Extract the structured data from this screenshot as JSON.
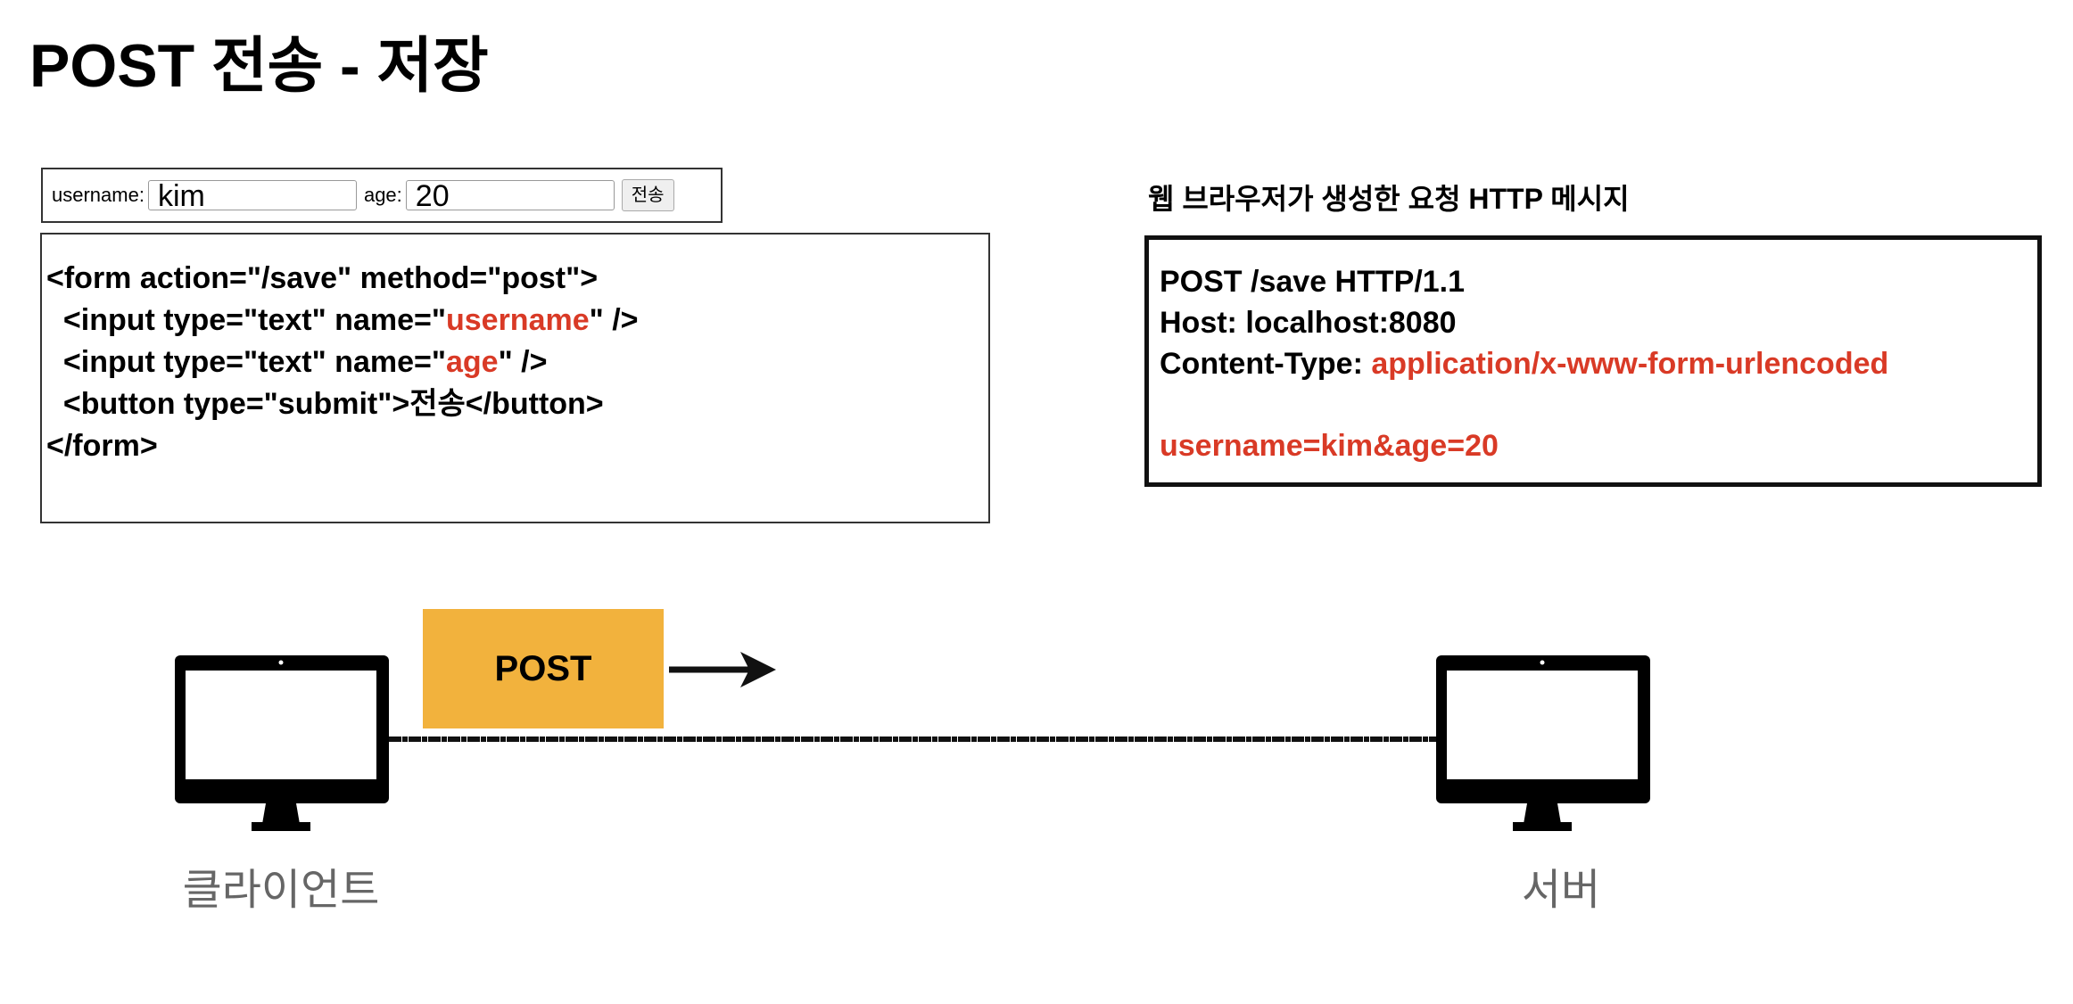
{
  "title": "POST 전송 - 저장",
  "form_demo": {
    "username_label": "username:",
    "username_value": "kim",
    "age_label": "age:",
    "age_value": "20",
    "submit_label": "전송"
  },
  "code": {
    "l1_pre": "<form action=\"/save\" method=\"",
    "l1_bold": "post",
    "l1_post": "\">",
    "l2_pre": "  <input type=\"text\" name=\"",
    "l2_red": "username",
    "l2_post": "\" />",
    "l3_pre": "  <input type=\"text\" name=\"",
    "l3_red": "age",
    "l3_post": "\" />",
    "l4": "  <button type=\"submit\">전송</button>",
    "l5": "</form>"
  },
  "http": {
    "title": "웹 브라우저가 생성한 요청 HTTP 메시지",
    "request_line": "POST /save HTTP/1.1",
    "host": "Host: localhost:8080",
    "content_type_label": "Content-Type: ",
    "content_type_value": "application/x-www-form-urlencoded",
    "body": "username=kim&age=20"
  },
  "diagram": {
    "method": "POST",
    "client_label": "클라이언트",
    "server_label": "서버",
    "accent_color": "#f2b23d",
    "highlight_color": "#d93a26"
  }
}
